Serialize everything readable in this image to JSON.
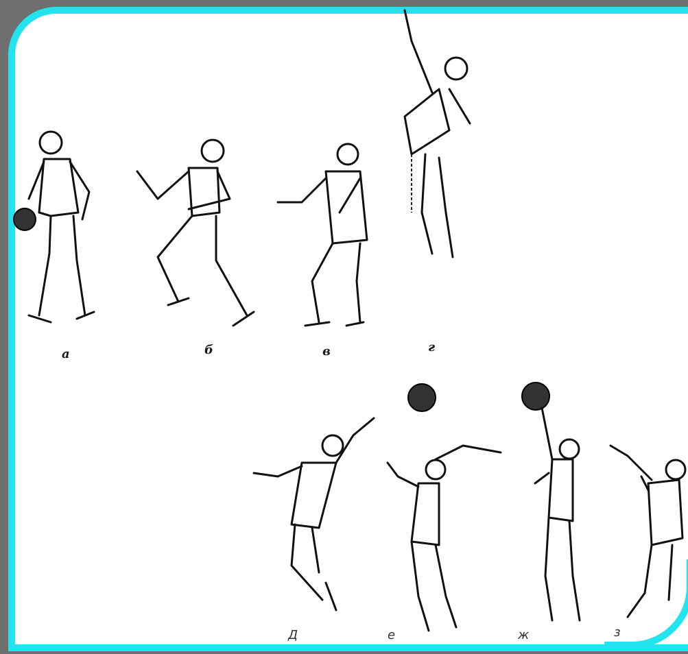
{
  "illustration": {
    "labels": {
      "a": "а",
      "b": "б",
      "v": "в",
      "g": "г",
      "d": "Д",
      "e": "е",
      "zh": "ж",
      "z": "з"
    },
    "colors": {
      "background": "#6f6f70",
      "frame_accent": "#22e3ee",
      "line": "#111111"
    }
  }
}
